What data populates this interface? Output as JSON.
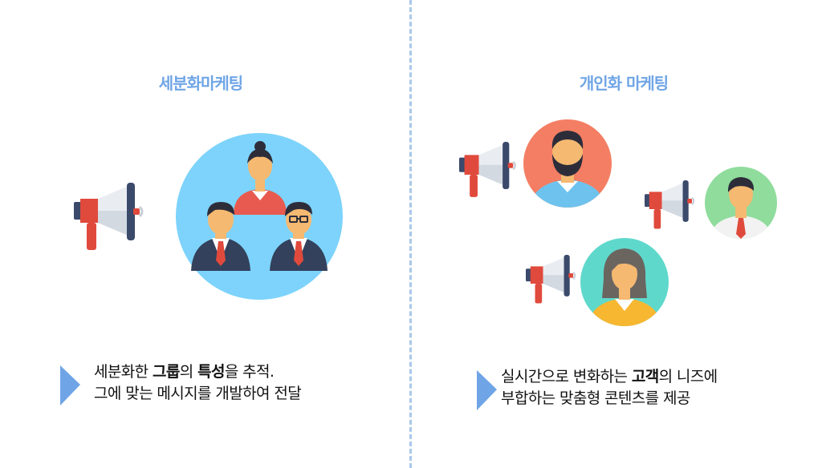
{
  "left": {
    "title": "세분화마케팅",
    "caption": {
      "line1_pre": "세분화한 ",
      "line1_bold1": "그룹",
      "line1_mid": "의 ",
      "line1_bold2": "특성",
      "line1_post": "을 추적.",
      "line2": "그에 맞는 메시지를 개발하여 전달"
    }
  },
  "right": {
    "title": "개인화 마케팅",
    "caption": {
      "line1_pre": "실시간으로 변화하는 ",
      "line1_bold": "고객",
      "line1_post": "의 니즈에",
      "line2": "부합하는 맞춤형 콘텐츠를 제공"
    }
  },
  "colors": {
    "title": "#6fa5e6",
    "divider": "#a9c8ea",
    "bullet": "#6fa5e6",
    "group_circle": "#7dd3fb",
    "megaphone_red": "#e04a3c",
    "megaphone_navy": "#3b4a6b"
  },
  "icons": {
    "megaphone": "megaphone-icon",
    "group": "group-people-icon",
    "bearded_man": "bearded-man-avatar",
    "young_man": "young-man-avatar",
    "woman": "woman-avatar"
  }
}
